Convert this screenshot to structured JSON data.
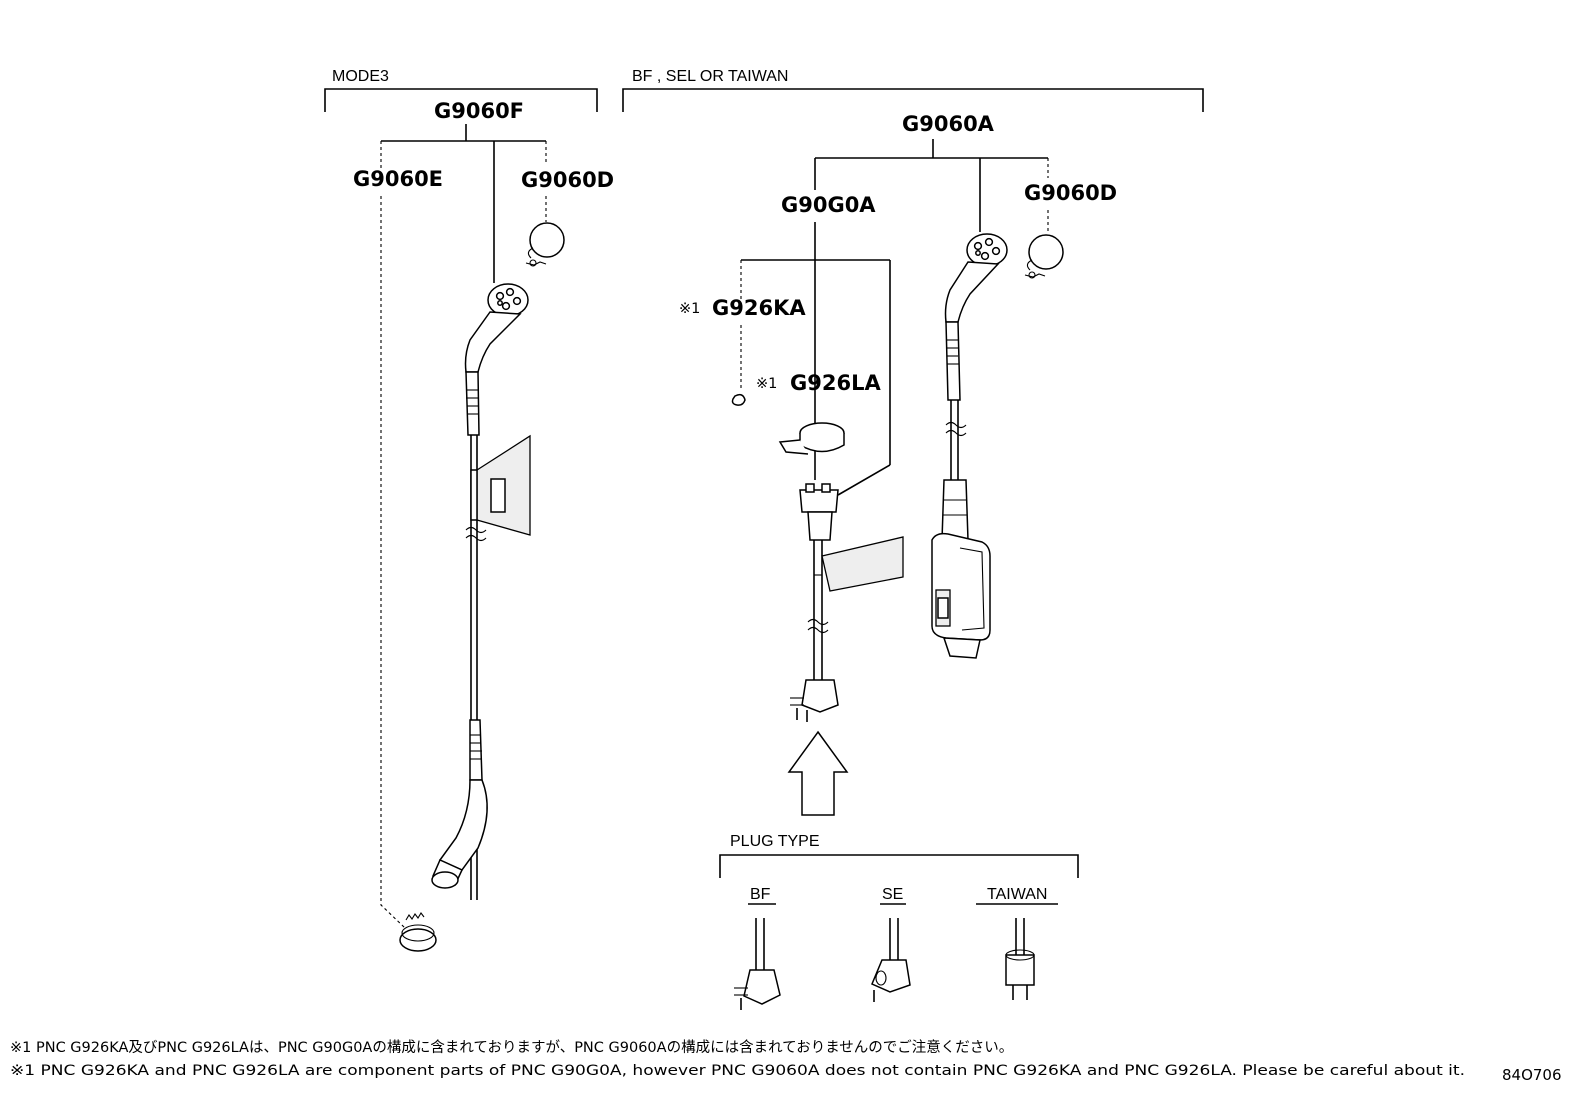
{
  "groups": {
    "mode3": "MODE3",
    "bf_sel_taiwan": "BF , SEL OR TAIWAN",
    "plug_type": "PLUG TYPE"
  },
  "parts": {
    "g9060f": "G9060F",
    "g9060e": "G9060E",
    "g9060d_left": "G9060D",
    "g9060a": "G9060A",
    "g90g0a": "G90G0A",
    "g9060d_right": "G9060D",
    "g926ka": "G926KA",
    "g926la": "G926LA",
    "note_mark_ka": "※1",
    "note_mark_la": "※1"
  },
  "plug_types": {
    "bf": "BF",
    "se": "SE",
    "taiwan": "TAIWAN"
  },
  "notes": {
    "japanese": "※1 PNC G926KA及びPNC G926LAは、PNC G90G0Aの構成に含まれておりますが、PNC G9060Aの構成には含まれておりませんのでご注意ください。",
    "english": "※1 PNC G926KA and PNC G926LA are component parts of PNC G90G0A, however PNC G9060A does not contain PNC G926KA and PNC G926LA. Please be careful about it."
  },
  "diagram_code": "84O706"
}
